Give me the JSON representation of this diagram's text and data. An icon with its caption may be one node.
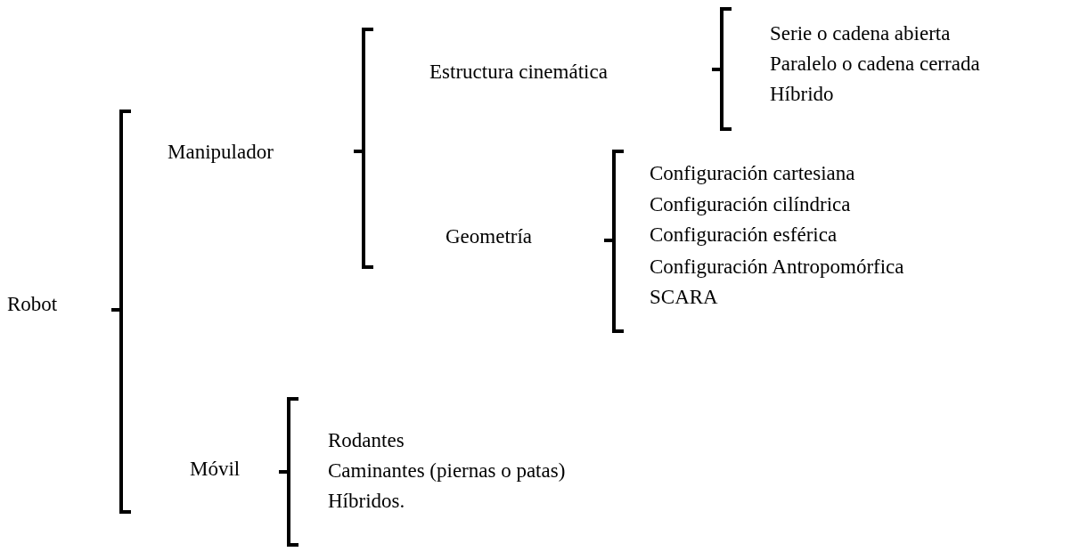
{
  "diagram": {
    "labels": [
      "Robot",
      "Manipulador",
      "Estructura cinemática",
      "Serie o cadena abierta",
      "Paralelo o cadena cerrada",
      "Híbrido",
      "Geometría",
      "Configuración cartesiana",
      "Configuración cilíndrica",
      "Configuración esférica",
      "Configuración Antropomórfica",
      "SCARA",
      "Móvil",
      "Rodantes",
      "Caminantes (piernas o patas)",
      "Híbridos."
    ]
  }
}
